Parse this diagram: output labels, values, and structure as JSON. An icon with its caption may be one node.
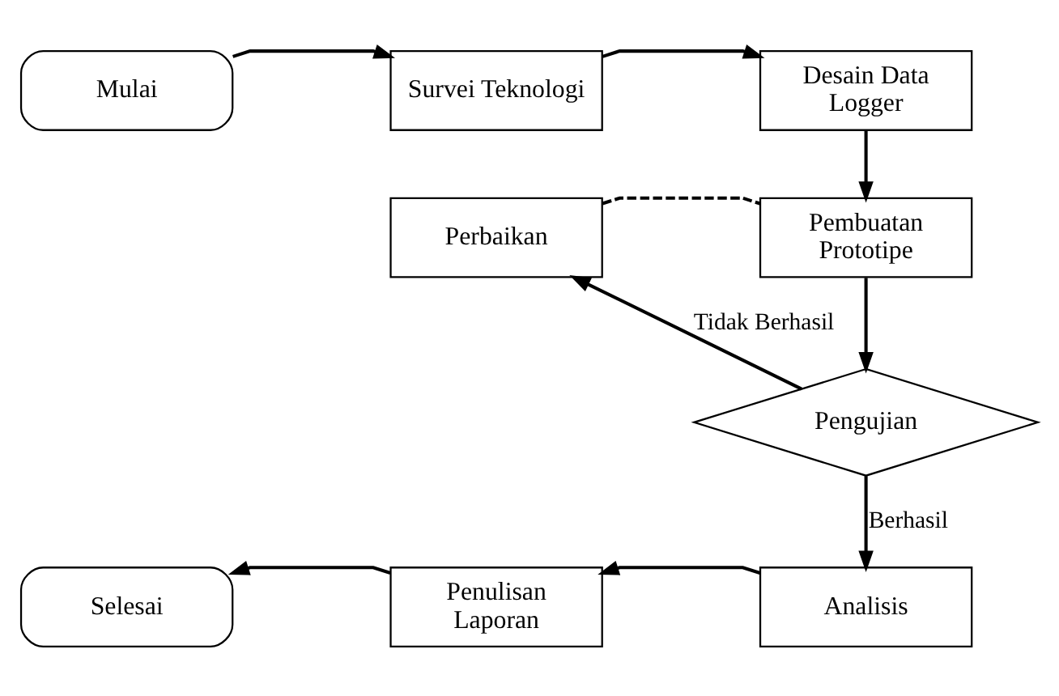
{
  "diagram": {
    "nodes": [
      {
        "text": [
          "Mulai"
        ]
      },
      {
        "text": [
          "Survei Teknologi"
        ]
      },
      {
        "text": [
          "Desain Data Logger"
        ]
      },
      {
        "text": [
          "Pembuatan Prototipe"
        ]
      },
      {
        "text": [
          "Perbaikan"
        ]
      },
      {
        "text": [
          "Pengujian"
        ]
      },
      {
        "text": [
          "Analisis"
        ]
      },
      {
        "text": [
          "Penulisan Laporan"
        ]
      },
      {
        "text": [
          "Selesai"
        ]
      }
    ],
    "edges": [
      {
        "from": 0,
        "to": 1,
        "arrow": "to"
      },
      {
        "from": 1,
        "to": 2,
        "arrow": "to"
      },
      {
        "from": 2,
        "to": 3,
        "arrow": "to"
      },
      {
        "from": 3,
        "to": 4,
        "arrow": "none",
        "style": "dashed"
      },
      {
        "from": 3,
        "to": 5,
        "arrow": "to"
      },
      {
        "from": 5,
        "to": 4,
        "arrow": "to",
        "label": "Tidak Berhasil"
      },
      {
        "from": 5,
        "to": 6,
        "arrow": "to",
        "label": "Berhasil"
      },
      {
        "from": 6,
        "to": 7,
        "arrow": "to"
      },
      {
        "from": 7,
        "to": 8,
        "arrow": "to"
      }
    ]
  }
}
